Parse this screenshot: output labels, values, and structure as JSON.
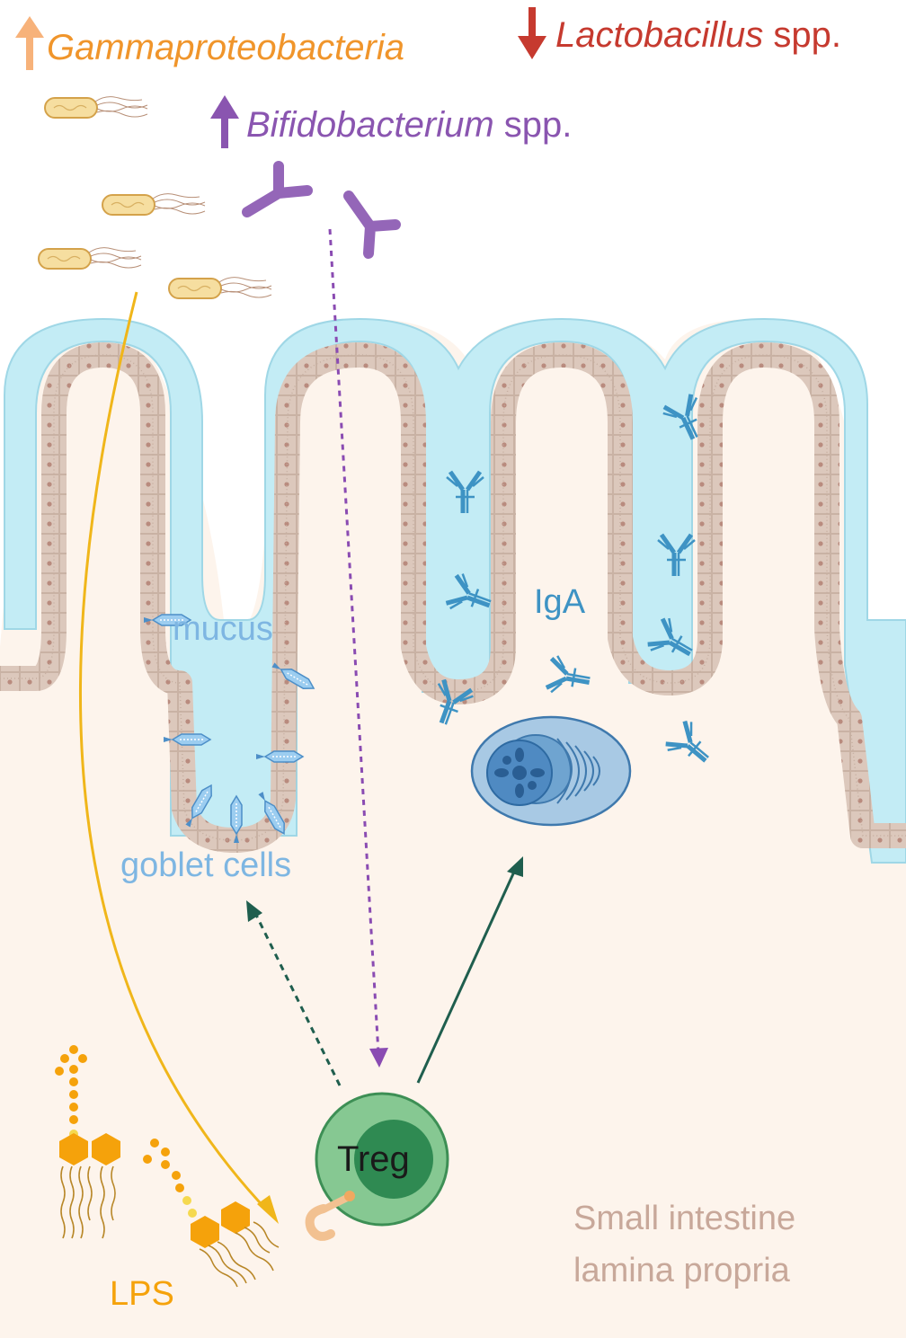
{
  "labels": {
    "gamma": "Gammaproteobacteria",
    "lacto_genus": "Lactobacillus",
    "lacto_suffix": " spp.",
    "bifido_genus": "Bifidobacterium",
    "bifido_suffix": " spp.",
    "mucus": "mucus",
    "iga": "IgA",
    "goblet": "goblet cells",
    "treg": "Treg",
    "lps": "LPS",
    "region_line1": "Small intestine",
    "region_line2": "lamina propria"
  },
  "colors": {
    "gamma": "#f0952b",
    "lacto": "#c63a2f",
    "bifido": "#8a55b0",
    "mucus": "#bfe9f3",
    "epithelium": "#d9c4b8",
    "iga": "#3e93c4",
    "goblet": "#7eb6e2",
    "treg_outer": "#86c892",
    "treg_inner": "#2f8a52",
    "lps": "#f5a20b",
    "lamina": "#fdf4ec",
    "region_text": "#c8a89a",
    "arrow_green": "#1f5e4e",
    "arrow_yellow": "#f0b61a"
  },
  "icons": {
    "bacterium": "rod-bacterium-icon",
    "bifido": "y-shaped-bacterium-icon",
    "antibody": "antibody-icon",
    "plasma_cell": "plasma-cell-icon",
    "treg": "treg-cell-icon",
    "lps": "lps-molecule-icon",
    "receptor": "tlr-receptor-icon",
    "up_arrow": "up-arrow-icon",
    "down_arrow": "down-arrow-icon"
  }
}
